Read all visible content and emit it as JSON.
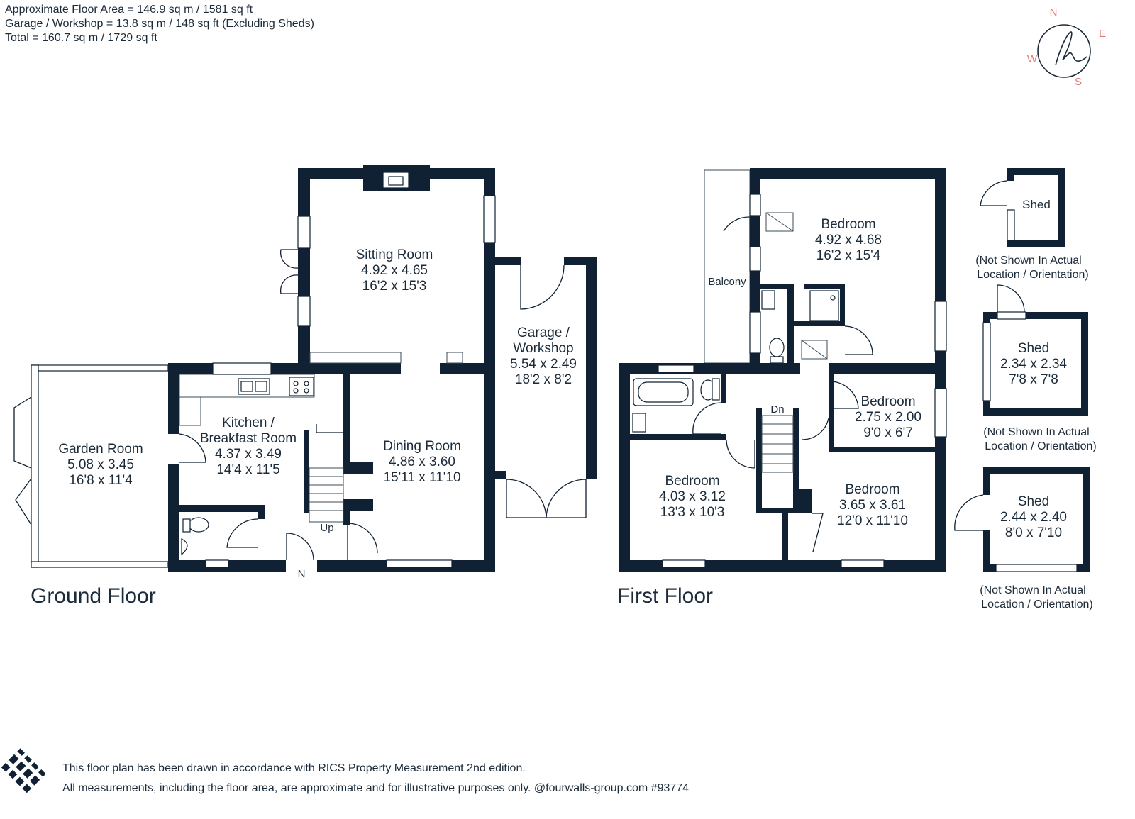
{
  "header": {
    "floor_area": "Approximate Floor Area = 146.9 sq m / 1581 sq ft",
    "garage_area": "Garage / Workshop = 13.8 sq m / 148 sq ft (Excluding Sheds)",
    "total_area": "Total = 160.7 sq m / 1729 sq ft"
  },
  "compass": {
    "n": "N",
    "e": "E",
    "s": "S",
    "w": "W",
    "logo": "h"
  },
  "ground_floor": {
    "title": "Ground Floor",
    "rooms": {
      "sitting": {
        "name": "Sitting Room",
        "metric": "4.92 x 4.65",
        "imperial": "16'2 x 15'3"
      },
      "garage": {
        "name1": "Garage /",
        "name2": "Workshop",
        "metric": "5.54 x 2.49",
        "imperial": "18'2 x 8'2"
      },
      "kitchen": {
        "name1": "Kitchen /",
        "name2": "Breakfast Room",
        "metric": "4.37 x 3.49",
        "imperial": "14'4 x 11'5"
      },
      "garden": {
        "name": "Garden Room",
        "metric": "5.08 x 3.45",
        "imperial": "16'8 x 11'4"
      },
      "dining": {
        "name": "Dining Room",
        "metric": "4.86 x 3.60",
        "imperial": "15'11 x 11'10"
      }
    },
    "stairs_label": "Up",
    "entrance_label": "N"
  },
  "first_floor": {
    "title": "First Floor",
    "balcony": "Balcony",
    "stairs_label": "Dn",
    "rooms": {
      "bed1": {
        "name": "Bedroom",
        "metric": "4.92 x 4.68",
        "imperial": "16'2 x 15'4"
      },
      "bed2": {
        "name": "Bedroom",
        "metric": "2.75 x 2.00",
        "imperial": "9'0 x 6'7"
      },
      "bed3": {
        "name": "Bedroom",
        "metric": "4.03 x 3.12",
        "imperial": "13'3 x 10'3"
      },
      "bed4": {
        "name": "Bedroom",
        "metric": "3.65 x 3.61",
        "imperial": "12'0 x 11'10"
      }
    }
  },
  "sheds": {
    "shed1": {
      "name": "Shed",
      "metric": "",
      "imperial": "",
      "note1": "(Not Shown In Actual",
      "note2": "Location / Orientation)"
    },
    "shed2": {
      "name": "Shed",
      "metric": "2.34 x 2.34",
      "imperial": "7'8 x 7'8",
      "note1": "(Not Shown In Actual",
      "note2": "Location / Orientation)"
    },
    "shed3": {
      "name": "Shed",
      "metric": "2.44 x 2.40",
      "imperial": "8'0 x 7'10",
      "note1": "(Not Shown In Actual",
      "note2": "Location / Orientation)"
    }
  },
  "footer": {
    "line1": "This floor plan has been drawn in accordance with RICS Property Measurement 2nd edition.",
    "line2": "All measurements, including the floor area, are approximate and for illustrative purposes only. @fourwalls-group.com #93774"
  },
  "colors": {
    "wall": "#0f2133",
    "text": "#1c2b3a",
    "compass": "#e07a73"
  }
}
